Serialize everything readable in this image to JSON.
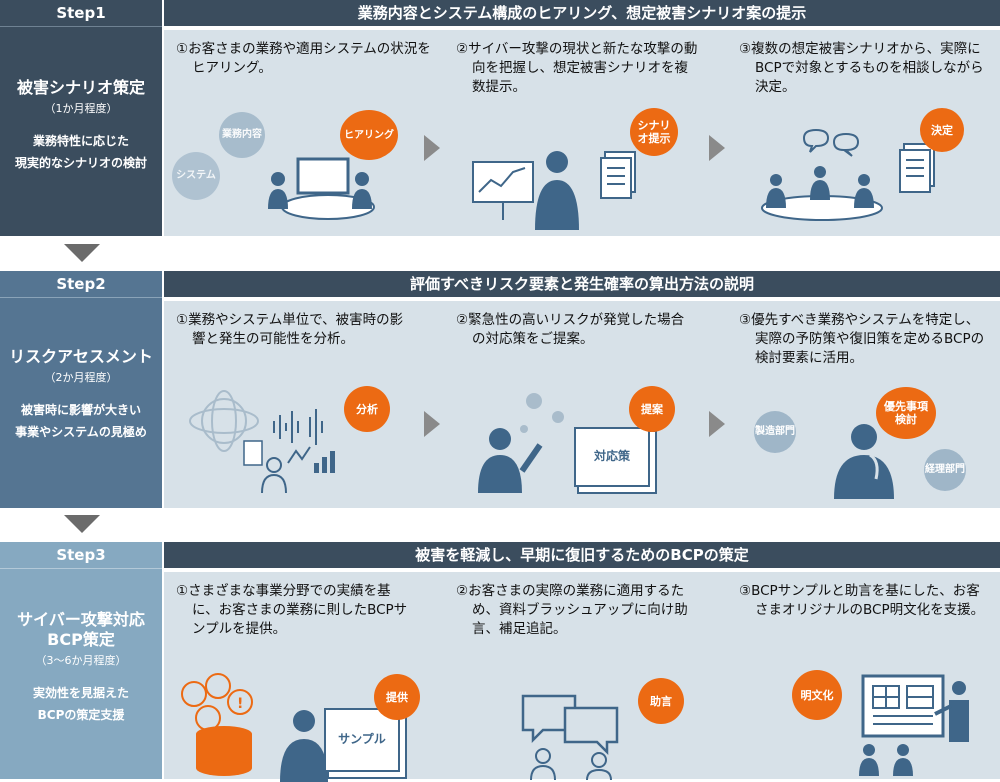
{
  "steps": [
    {
      "step_label": "Step1",
      "title": "被害シナリオ策定",
      "duration": "（1か月程度）",
      "desc_line1": "業務特性に応じた",
      "desc_line2": "現実的なシナリオの検討",
      "header": "業務内容とシステム構成のヒアリング、想定被害シナリオ案の提示",
      "items": [
        {
          "num": "①",
          "text": "お客さまの業務や適用システムの状況をヒアリング。",
          "badge": "ヒアリング"
        },
        {
          "num": "②",
          "text": "サイバー攻撃の現状と新たな攻撃の動向を把握し、想定被害シナリオを複数提示。",
          "badge": "シナリオ提示"
        },
        {
          "num": "③",
          "text": "複数の想定被害シナリオから、実際にBCPで対象とするものを相談しながら決定。",
          "badge": "決定"
        }
      ],
      "bubbles": [
        "業務内容",
        "システム"
      ],
      "colors": {
        "side": "#3b4d5e",
        "bar": "#3b4d5e"
      }
    },
    {
      "step_label": "Step2",
      "title": "リスクアセスメント",
      "duration": "（2か月程度）",
      "desc_line1": "被害時に影響が大きい",
      "desc_line2": "事業やシステムの見極め",
      "header": "評価すべきリスク要素と発生確率の算出方法の説明",
      "items": [
        {
          "num": "①",
          "text": "業務やシステム単位で、被害時の影響と発生の可能性を分析。",
          "badge": "分析"
        },
        {
          "num": "②",
          "text": "緊急性の高いリスクが発覚した場合の対応策をご提案。",
          "badge": "提案"
        },
        {
          "num": "③",
          "text": "優先すべき業務やシステムを特定し、実際の予防策や復旧策を定めるBCPの検討要素に活用。",
          "badge": "優先事項検討"
        }
      ],
      "board_label": "対応策",
      "bubbles": [
        "製造部門",
        "経理部門"
      ],
      "colors": {
        "side": "#557592",
        "bar": "#3b4d5e"
      }
    },
    {
      "step_label": "Step3",
      "title_line1": "サイバー攻撃対応",
      "title_line2": "BCP策定",
      "duration": "（3～6か月程度）",
      "desc_line1": "実効性を見据えた",
      "desc_line2": "BCPの策定支援",
      "header": "被害を軽減し、早期に復旧するためのBCPの策定",
      "items": [
        {
          "num": "①",
          "text": "さまざまな事業分野での実績を基に、お客さまの業務に則したBCPサンプルを提供。",
          "badge": "提供"
        },
        {
          "num": "②",
          "text": "お客さまの実際の業務に適用するため、資料ブラッシュアップに向け助言、補足追記。",
          "badge": "助言"
        },
        {
          "num": "③",
          "text": "BCPサンプルと助言を基にした、お客さまオリジナルのBCP明文化を支援。",
          "badge": "明文化"
        }
      ],
      "board_label": "サンプル",
      "colors": {
        "side": "#86a9c1",
        "bar": "#3b4d5e"
      }
    }
  ],
  "colors": {
    "accent": "#ec6a13",
    "panel": "#d7e1e8",
    "figure": "#3f6689",
    "bubble": "#9fb6c8"
  }
}
